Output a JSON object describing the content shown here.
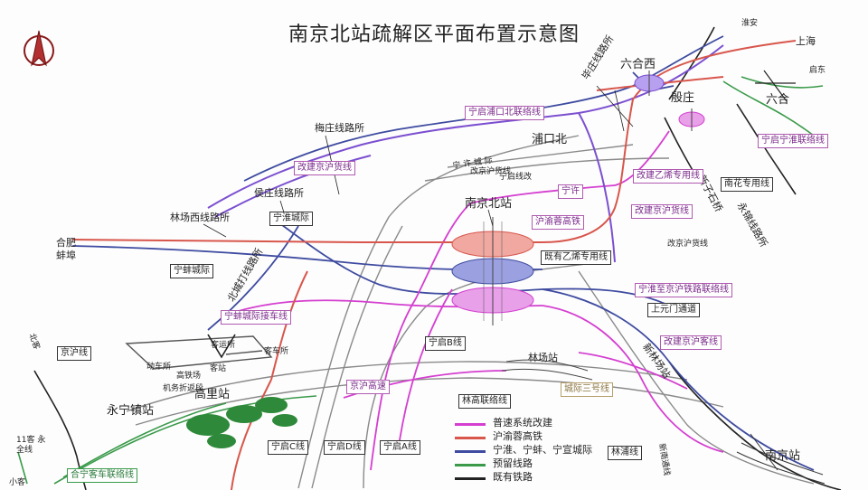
{
  "title": "南京北站疏解区平面布置示意图",
  "colors": {
    "purple": "#7b4fd0",
    "magenta": "#d43fd0",
    "red": "#d8564c",
    "navy": "#3e4ba0",
    "green": "#3a9a4a",
    "black": "#222222",
    "gray": "#9a9a9a"
  },
  "places": {
    "hefei": "合肥",
    "bengbu": "蚌埠",
    "shanghai": "上海",
    "nanjing_north_station": "南京北站",
    "liuhe_west": "六合西",
    "liuhe": "六合",
    "yinzhuang": "殷庄",
    "pukou_north": "浦口北",
    "linchang_station": "林场站",
    "yongning_town_station": "永宁镇站",
    "gaoli_station": "高里站",
    "nanjing_station": "南京站",
    "xinzhiqiao": "新子石桥",
    "north_top": "淮安",
    "right_top": "启东",
    "kequan_line": "11客 永全线"
  },
  "works": {
    "meizhuang": "梅庄线路所",
    "houzhuang": "侯庄线路所",
    "linchang_west": "林场西线路所",
    "huazhuang": "毕庄线路所",
    "yongjin": "永锦线路所",
    "northwall_fly": "北城打线路所",
    "xinlinchang": "新林场站"
  },
  "boxes": {
    "ningqi_pukou": "宁启浦口北联络线",
    "gaijian_jinghu": "改建京沪货线",
    "ningbeng_intercity": "宁蚌城际",
    "ninghuai_intercity": "宁淮城际",
    "ningbeng_conn": "宁蚌城际接车线",
    "luyurong": "沪渝蓉高铁",
    "ningxu": "宁许",
    "gaijian_yiyan": "改建乙烯专用线",
    "gaijian_jinghu_2": "改建京沪货线",
    "jinghu_huo": "改京沪货线",
    "existing_yiyan": "既有乙烯专用线",
    "ninghuai_jinghu": "宁淮至京沪铁路联络线",
    "shangyuanmen": "上元门通道",
    "gaijian_jinghu_ke": "改建京沪客线",
    "ningqi_b": "宁启B线",
    "linggao": "林高联络线",
    "jingxi_yuan": "京沪高速",
    "jinghu_line": "京沪线",
    "hening_kelian": "合宁客车联络线",
    "ningqi_c": "宁启C线",
    "ningqi_d": "宁启D线",
    "ningqi_a": "宁启A线",
    "ninghuai_right": "宁启宁淮联络线",
    "nanhua": "南花专用线",
    "lindian": "林浦线",
    "canyi": "城际三号线",
    "gaoxin": "新南通线"
  },
  "small_labels": {
    "dongche_1": "动车所",
    "dongche_2": "客运所",
    "dongche_3": "高铁场",
    "dongche_4": "机务折返段",
    "dongche_5": "客车所",
    "dongche_6": "客站",
    "huo_line": "改京沪货线",
    "ningqi_gai": "宁启线改",
    "north_ke": "北客",
    "xiaoke": "小客",
    "ningxu_small": "宁 许 城 际"
  },
  "legend": [
    {
      "label": "普速系统改建",
      "color": "#d43fd0"
    },
    {
      "label": "沪渝蓉高铁",
      "color": "#d8564c"
    },
    {
      "label": "宁淮、宁蚌、宁宣城际",
      "color": "#3e4ba0"
    },
    {
      "label": "预留线路",
      "color": "#3a9a4a"
    },
    {
      "label": "既有铁路",
      "color": "#222222"
    }
  ]
}
